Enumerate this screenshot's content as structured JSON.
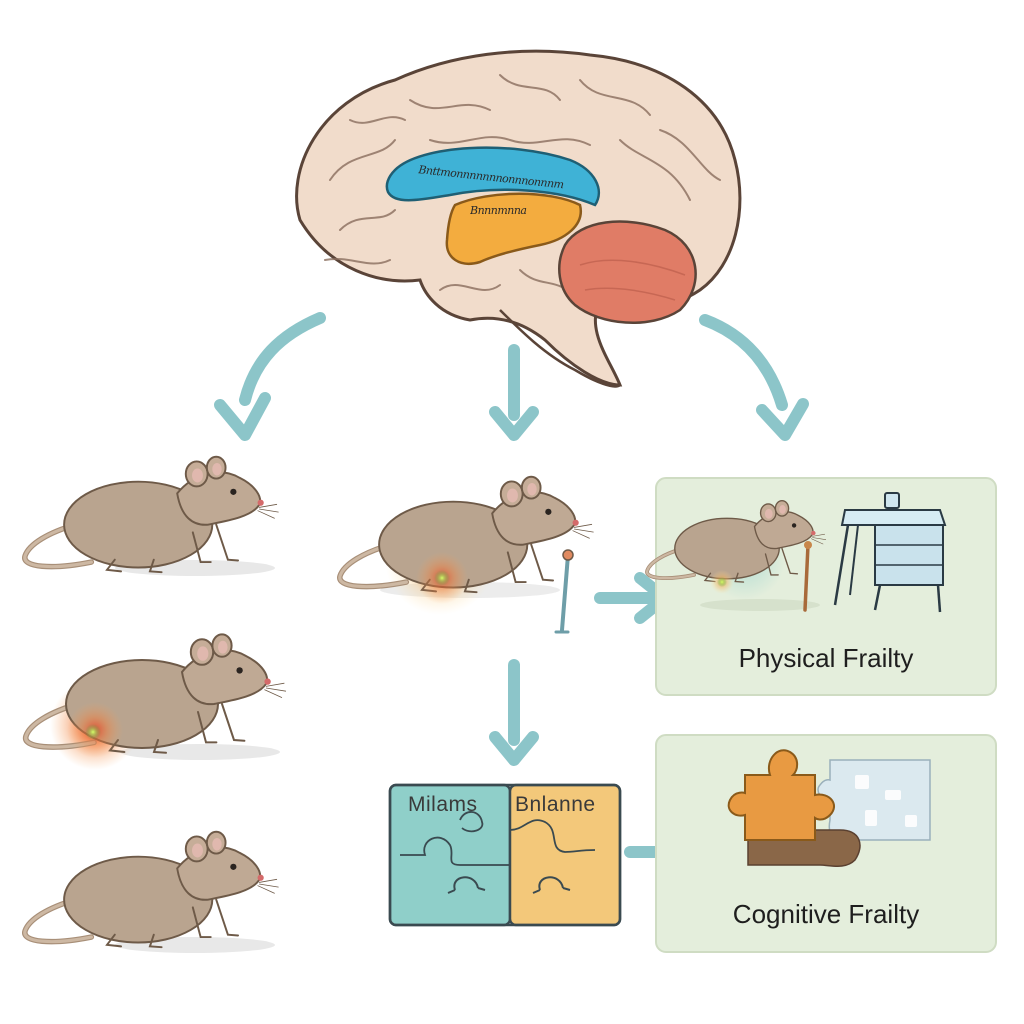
{
  "panels": {
    "physical": {
      "label": "Physical Frailty"
    },
    "cognitive": {
      "label": "Cognitive Frailty"
    }
  },
  "puzzle": {
    "left_label": "Milams",
    "right_label": "Bnlanne"
  },
  "brain": {
    "region_label_1": "Bnttmonnnnnnnonnnonnnm",
    "region_label_2": "Bnnnmnna"
  },
  "colors": {
    "arrow": "#8cc5c9",
    "panel_fill": "#e4eedc",
    "panel_border": "#cfdcc3",
    "brain_fill": "#f1dccb",
    "region_blue": "#3fb2d6",
    "region_orange": "#f3ac3f",
    "region_red": "#e07c66",
    "rat_body": "#b9a48f",
    "puzzle_teal": "#8fcfc9",
    "puzzle_orange": "#f3c87a"
  },
  "icons": [
    "brain-icon",
    "rat-icon",
    "cane-icon",
    "table-icon",
    "puzzle-icon",
    "inflammation-glow-icon"
  ]
}
